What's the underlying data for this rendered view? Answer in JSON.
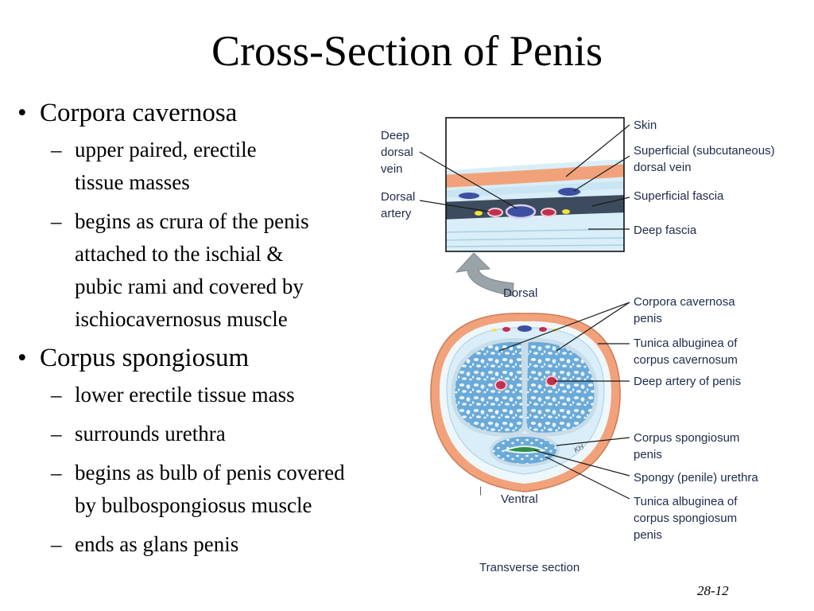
{
  "slide": {
    "title": "Cross-Section of Penis",
    "page_number": "28-12"
  },
  "bullets": [
    {
      "text": "Corpora cavernosa",
      "subs": [
        [
          "upper paired, erectile",
          "tissue masses"
        ],
        [
          "begins as crura of the penis",
          "attached to the ischial &",
          "pubic rami and covered by",
          "ischiocavernosus muscle"
        ]
      ]
    },
    {
      "text": "Corpus spongiosum",
      "subs": [
        [
          "lower erectile tissue mass"
        ],
        [
          "surrounds urethra"
        ],
        [
          "begins as bulb of penis covered",
          "by bulbospongiosus muscle"
        ],
        [
          "ends as glans penis"
        ]
      ]
    }
  ],
  "diagram": {
    "caption": "Transverse section",
    "signature": "KH",
    "labels": {
      "deep_dorsal_vein": [
        "Deep",
        "dorsal",
        "vein"
      ],
      "dorsal_artery": [
        "Dorsal",
        "artery"
      ],
      "skin": [
        "Skin"
      ],
      "superficial_dorsal_vein": [
        "Superficial (subcutaneous)",
        "dorsal vein"
      ],
      "superficial_fascia": [
        "Superficial fascia"
      ],
      "deep_fascia": [
        "Deep fascia"
      ],
      "dorsal": [
        "Dorsal"
      ],
      "corpora_cavernosa": [
        "Corpora cavernosa",
        "penis"
      ],
      "tunica_cavernosum": [
        "Tunica albuginea of",
        "corpus cavernosum"
      ],
      "deep_artery": [
        "Deep artery of penis"
      ],
      "corpus_spongiosum": [
        "Corpus spongiosum",
        "penis"
      ],
      "urethra": [
        "Spongy (penile) urethra"
      ],
      "tunica_spongiosum": [
        "Tunica albuginea of",
        "corpus spongiosum",
        "penis"
      ],
      "ventral": [
        "Ventral"
      ]
    },
    "colors": {
      "skin": "#f2a27a",
      "fascia": "#d9eef8",
      "erectile_tissue": "#6aaad9",
      "tunica": "#c9dde8",
      "vein": "#3d4fa0",
      "artery": "#c0304f",
      "urethra": "#2f8f4a",
      "arrow": "#9aa4a8"
    }
  }
}
